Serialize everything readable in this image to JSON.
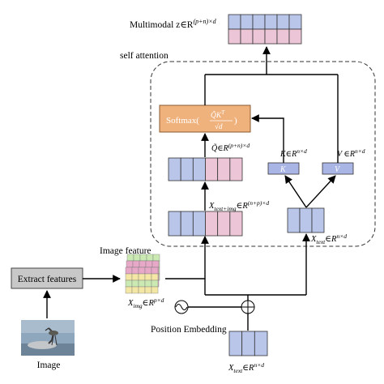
{
  "output": {
    "label": "Multimodal z∈R",
    "sup": "(p+n)×d"
  },
  "attention_block": {
    "label": "self attention"
  },
  "softmax": {
    "label_prefix": "Softmax(",
    "q": "Q̃",
    "k": "K",
    "kt_sup": "T",
    "sqrt": "√d",
    "label_suffix": ")"
  },
  "q_tilde": {
    "label": "Q̃∈R",
    "sup": "(p+n)×d"
  },
  "k_vec": {
    "box_label": "K",
    "label": "K∈R",
    "sup": "n×d"
  },
  "v_vec": {
    "box_label": "V",
    "label": "V ∈R",
    "sup": "n×d"
  },
  "x_text_img": {
    "var": "X",
    "sub": "text+img",
    "rest": "∈R",
    "sup": "(n+p)×d"
  },
  "x_text_inner": {
    "var": "X",
    "sub": "text",
    "rest": "∈R",
    "sup": "n×d"
  },
  "image_feature": {
    "label": "Image feature"
  },
  "x_img": {
    "var": "X",
    "sub": "img",
    "rest": "∈R",
    "sup": "p×d"
  },
  "extract": {
    "label": "Extract features"
  },
  "image": {
    "label": "Image"
  },
  "position_embedding": {
    "label": "Position Embedding"
  },
  "x_text_bottom": {
    "var": "X",
    "sub": "text",
    "rest": "∈R",
    "sup": "n×d"
  },
  "colors": {
    "blue_cell": "#b9c6ea",
    "pink_cell": "#ecc6d6",
    "softmax_fill": "#f0b27d",
    "gray_box": "#c8c8c8",
    "kv_fill": "#a9b5e4",
    "grid_green": "#cbe9b3",
    "grid_yellow": "#f4e7a5",
    "grid_pink": "#e8a9c8"
  }
}
